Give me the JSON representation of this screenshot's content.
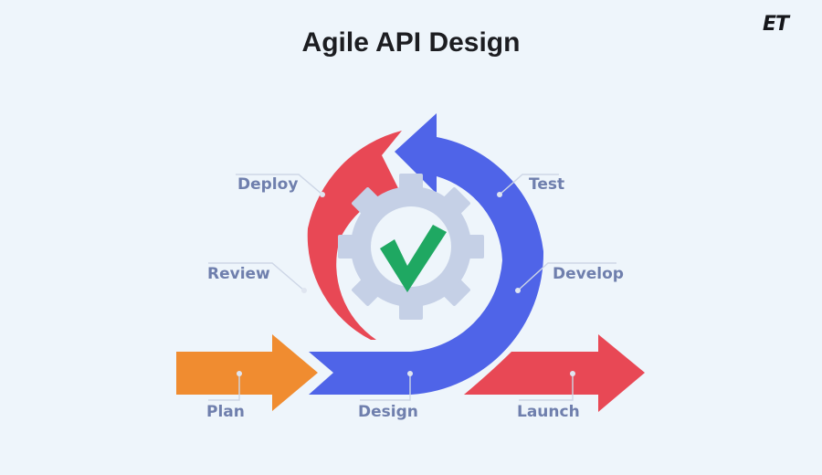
{
  "header": {
    "title": "Agile API Design",
    "logo_text": "ET"
  },
  "diagram": {
    "stages": [
      {
        "id": "plan",
        "label": "Plan",
        "color": "#f08c30"
      },
      {
        "id": "design",
        "label": "Design",
        "color": "#4f64e8"
      },
      {
        "id": "develop",
        "label": "Develop",
        "color": "#4f64e8"
      },
      {
        "id": "test",
        "label": "Test",
        "color": "#4f64e8"
      },
      {
        "id": "deploy",
        "label": "Deploy",
        "color": "#e84855"
      },
      {
        "id": "review",
        "label": "Review",
        "color": "#e84855"
      },
      {
        "id": "launch",
        "label": "Launch",
        "color": "#e84855"
      }
    ],
    "center_icon": "gear-with-checkmark-icon",
    "colors": {
      "background": "#eef5fb",
      "gear": "#c5d0e6",
      "check": "#1fa862",
      "label_text": "#6f7fad",
      "leader_line": "#cdd6e6"
    }
  }
}
